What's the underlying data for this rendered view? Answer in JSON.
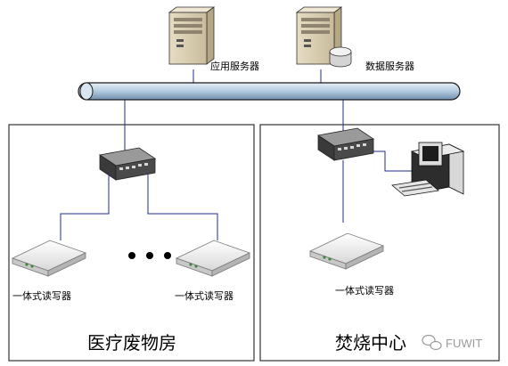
{
  "servers": {
    "app_label": "应用服务器",
    "db_label": "数据服务器"
  },
  "zones": {
    "left_title": "医疗废物房",
    "right_title": "焚烧中心"
  },
  "readers": {
    "left_a_label": "一体式读写器",
    "left_b_label": "一体式读写器",
    "right_label": "一体式读写器"
  },
  "watermark": {
    "text": "FUWIT"
  },
  "colors": {
    "link_line": "#1f2d8c",
    "backbone_fill": "#b9cfe2",
    "backbone_stroke": "#1a1a1a",
    "zone_border": "#333333"
  },
  "icons": {
    "server": "tower-server-icon",
    "database": "database-cylinder-icon",
    "switch": "network-switch-icon",
    "workstation": "desktop-computer-icon",
    "reader": "rfid-reader-icon",
    "ellipsis": "ellipsis-dots-icon",
    "watermark_logo": "wechat-logo-icon"
  }
}
